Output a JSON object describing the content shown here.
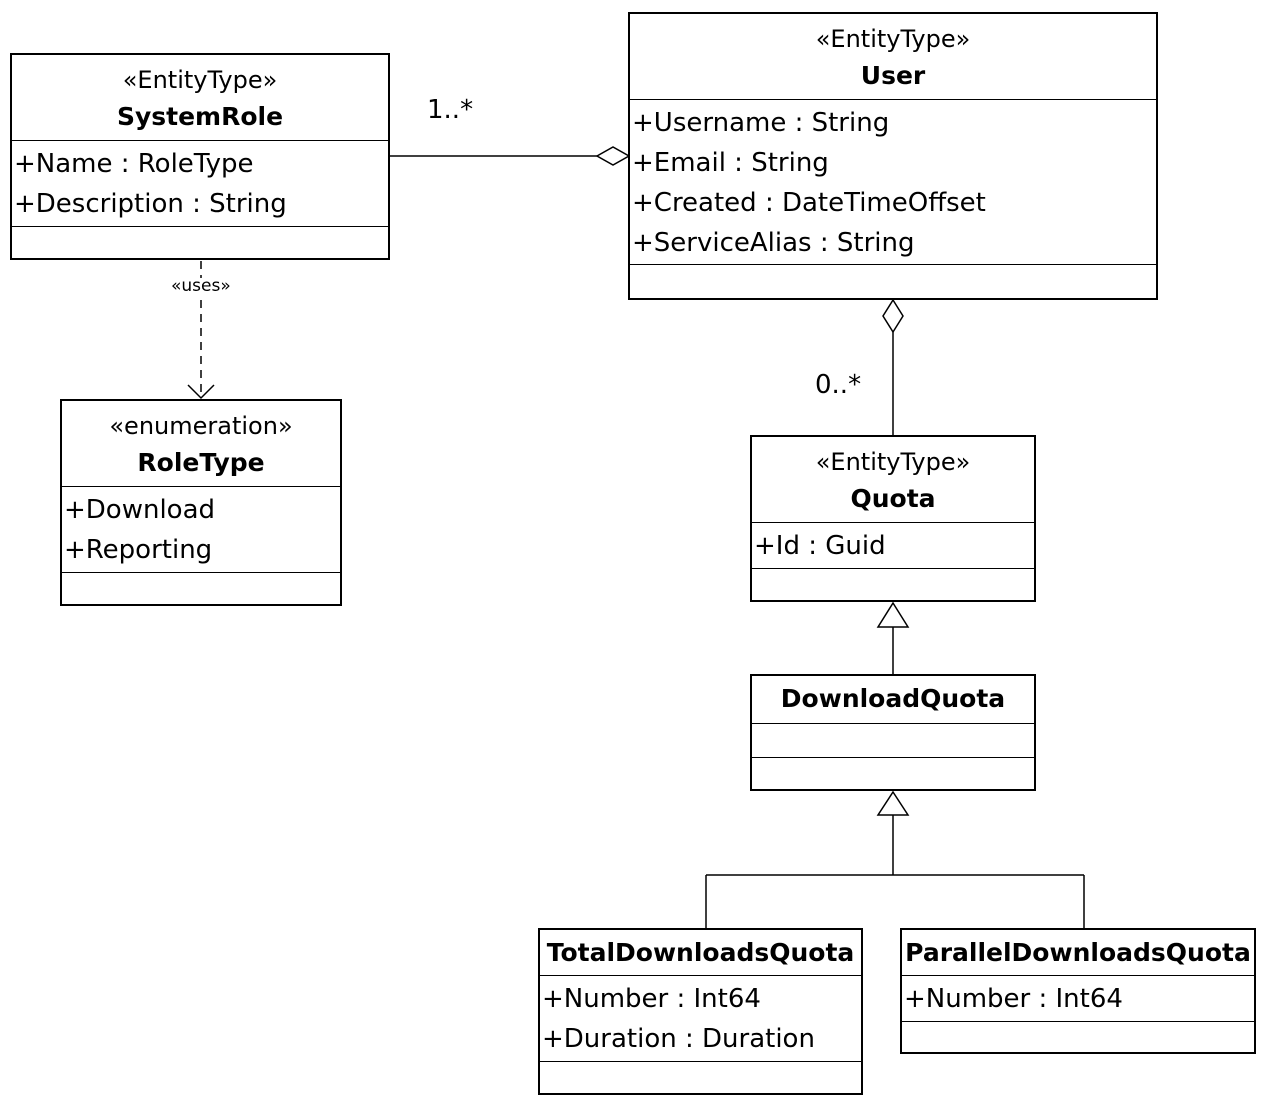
{
  "classes": {
    "system_role": {
      "stereotype": "«EntityType»",
      "name": "SystemRole",
      "attributes": [
        "+Name : RoleType",
        "+Description : String"
      ]
    },
    "user": {
      "stereotype": "«EntityType»",
      "name": "User",
      "attributes": [
        "+Username : String",
        "+Email : String",
        "+Created : DateTimeOffset",
        "+ServiceAlias : String"
      ]
    },
    "role_type": {
      "stereotype": "«enumeration»",
      "name": "RoleType",
      "attributes": [
        "+Download",
        "+Reporting"
      ]
    },
    "quota": {
      "stereotype": "«EntityType»",
      "name": "Quota",
      "attributes": [
        "+Id : Guid"
      ]
    },
    "download_quota": {
      "name": "DownloadQuota",
      "attributes": []
    },
    "total_downloads_quota": {
      "name": "TotalDownloadsQuota",
      "attributes": [
        "+Number : Int64",
        "+Duration : Duration"
      ]
    },
    "parallel_downloads_quota": {
      "name": "ParallelDownloadsQuota",
      "attributes": [
        "+Number : Int64"
      ]
    }
  },
  "relations": {
    "systemrole_user_multiplicity": "1..*",
    "user_quota_multiplicity": "0..*",
    "uses_label": "«uses»"
  }
}
